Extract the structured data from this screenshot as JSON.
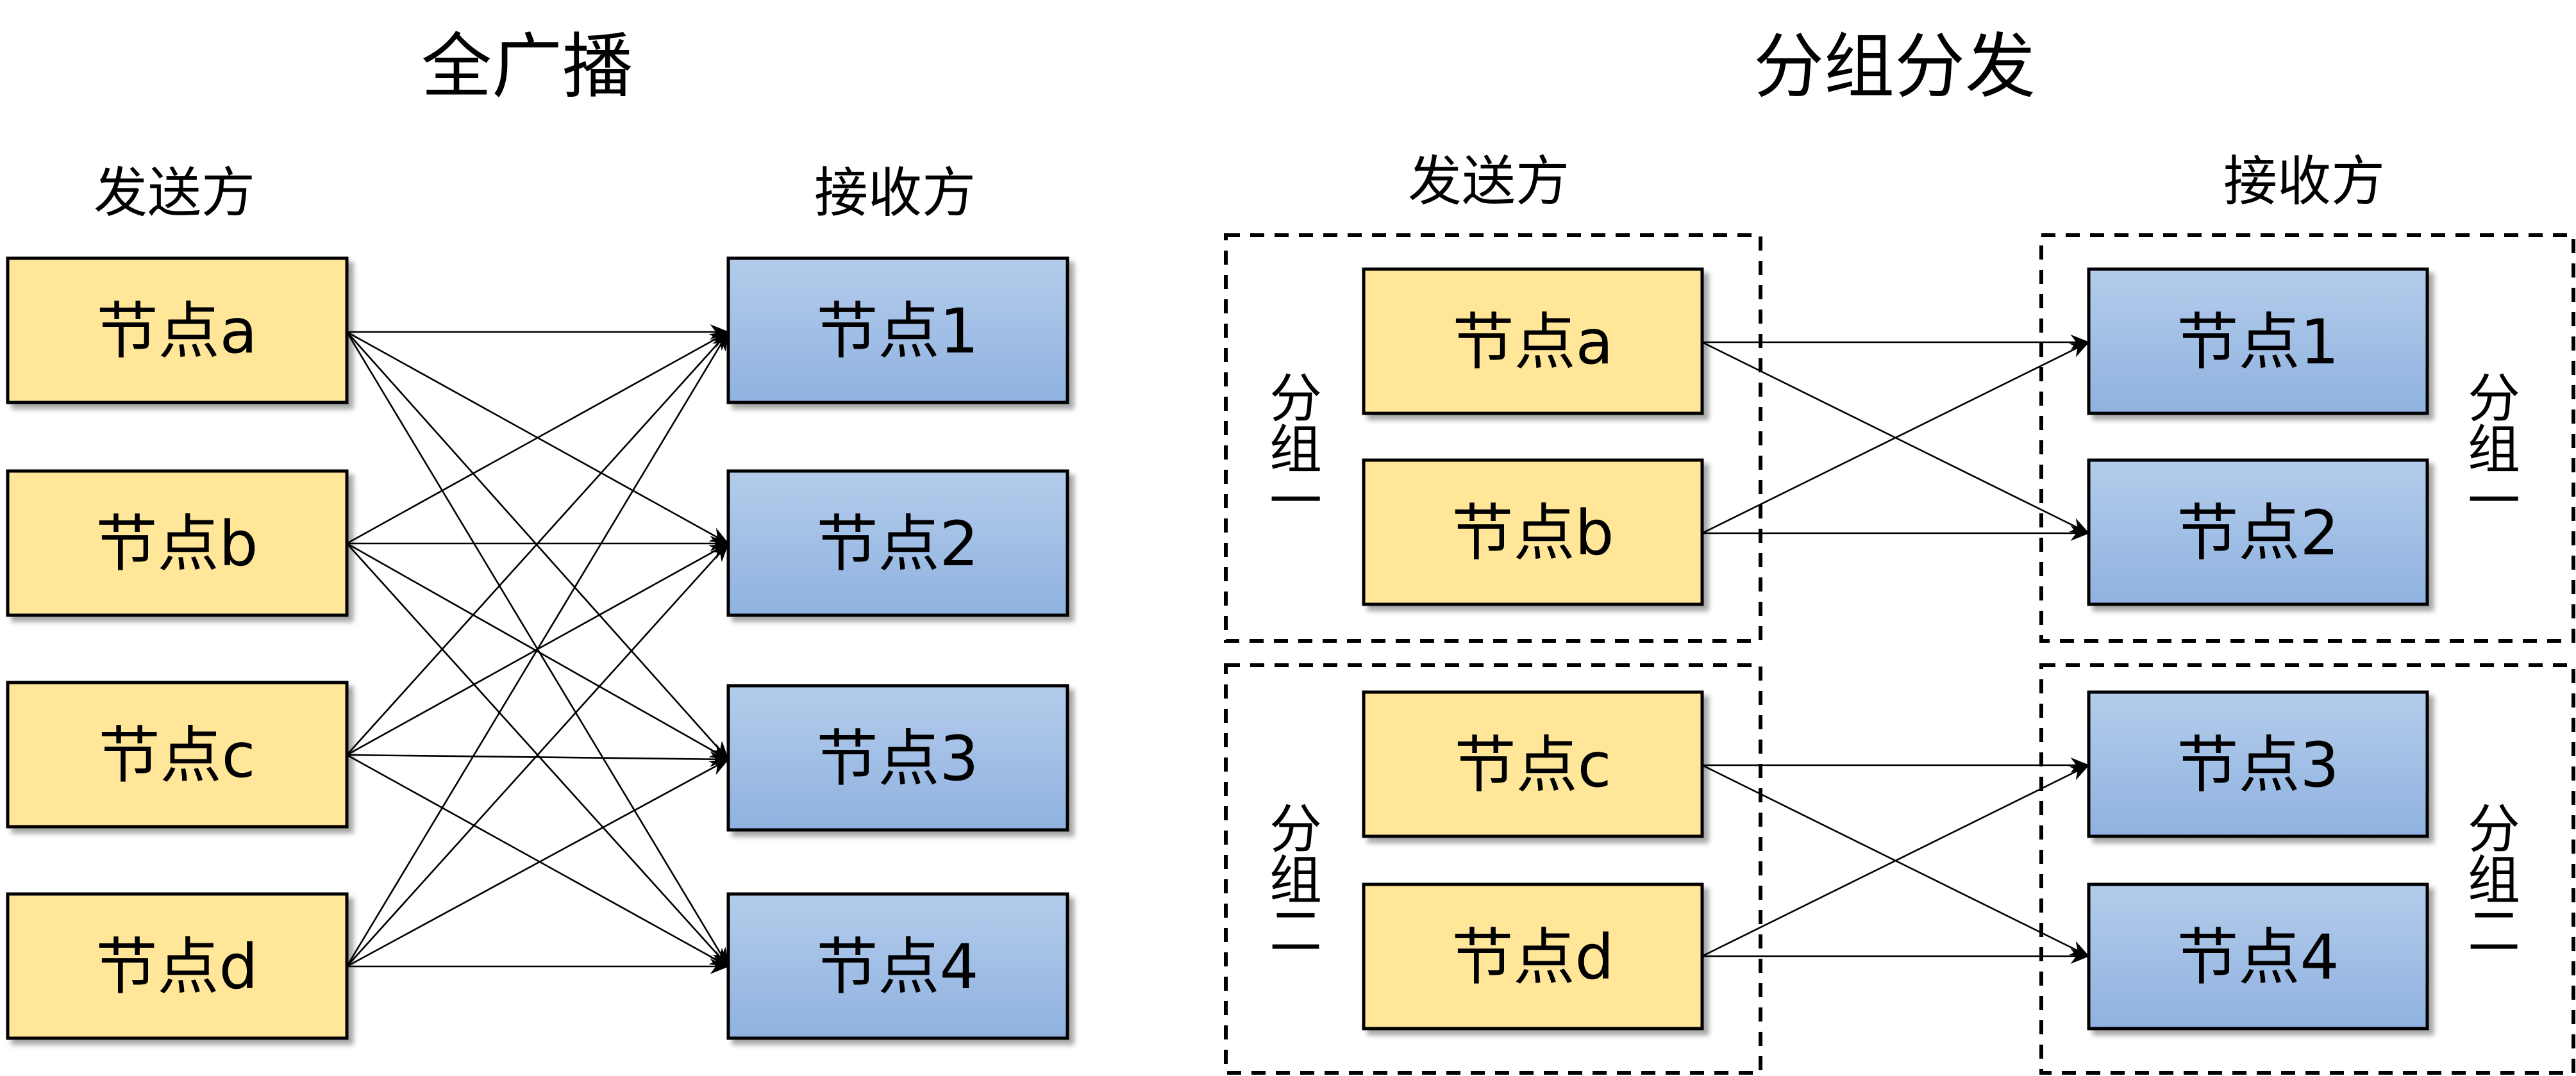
{
  "broadcast": {
    "title": "全广播",
    "sender_label": "发送方",
    "receiver_label": "接收方",
    "senders": [
      "节点a",
      "节点b",
      "节点c",
      "节点d"
    ],
    "receivers": [
      "节点1",
      "节点2",
      "节点3",
      "节点4"
    ]
  },
  "grouped": {
    "title": "分组分发",
    "sender_label": "发送方",
    "receiver_label": "接收方",
    "groups": [
      {
        "label": "分组一",
        "senders": [
          "节点a",
          "节点b"
        ],
        "receivers": [
          "节点1",
          "节点2"
        ]
      },
      {
        "label": "分组二",
        "senders": [
          "节点c",
          "节点d"
        ],
        "receivers": [
          "节点3",
          "节点4"
        ]
      }
    ]
  },
  "colors": {
    "sender_fill": "#FFE699",
    "receiver_fill_top": "#B4CCEB",
    "receiver_fill_bottom": "#8FB2E0",
    "stroke": "#000000"
  }
}
